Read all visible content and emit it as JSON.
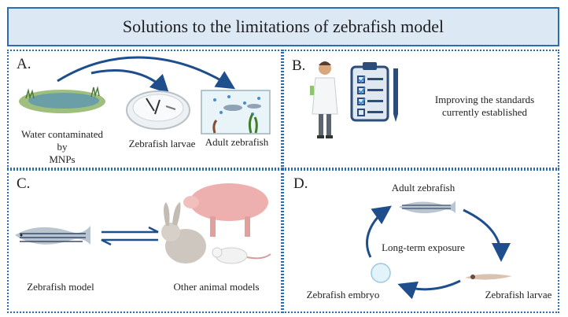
{
  "title": "Solutions to the limitations of zebrafish model",
  "panels": {
    "a": {
      "label": "A.",
      "water_line1": "Water contaminated by",
      "water_line2": "MNPs",
      "larvae": "Zebrafish larvae",
      "adult": "Adult zebrafish"
    },
    "b": {
      "label": "B.",
      "line1": "Improving the standards",
      "line2": "currently established"
    },
    "c": {
      "label": "C.",
      "zebrafish": "Zebrafish model",
      "other": "Other animal models"
    },
    "d": {
      "label": "D.",
      "adult": "Adult zebrafish",
      "center": "Long-term exposure",
      "larvae": "Zebrafish larvae",
      "embryo": "Zebrafish embryo"
    }
  },
  "icons": [
    "pond-icon",
    "petri-dish-icon",
    "aquarium-icon",
    "scientist-icon",
    "clipboard-checklist-icon",
    "pen-icon",
    "zebrafish-icon",
    "rabbit-icon",
    "pig-icon",
    "rat-icon",
    "embryo-icon",
    "larva-icon"
  ],
  "colors": {
    "border": "#2b6cb3",
    "title_fill": "#dde8f5",
    "arrow": "#1f4e8c"
  }
}
